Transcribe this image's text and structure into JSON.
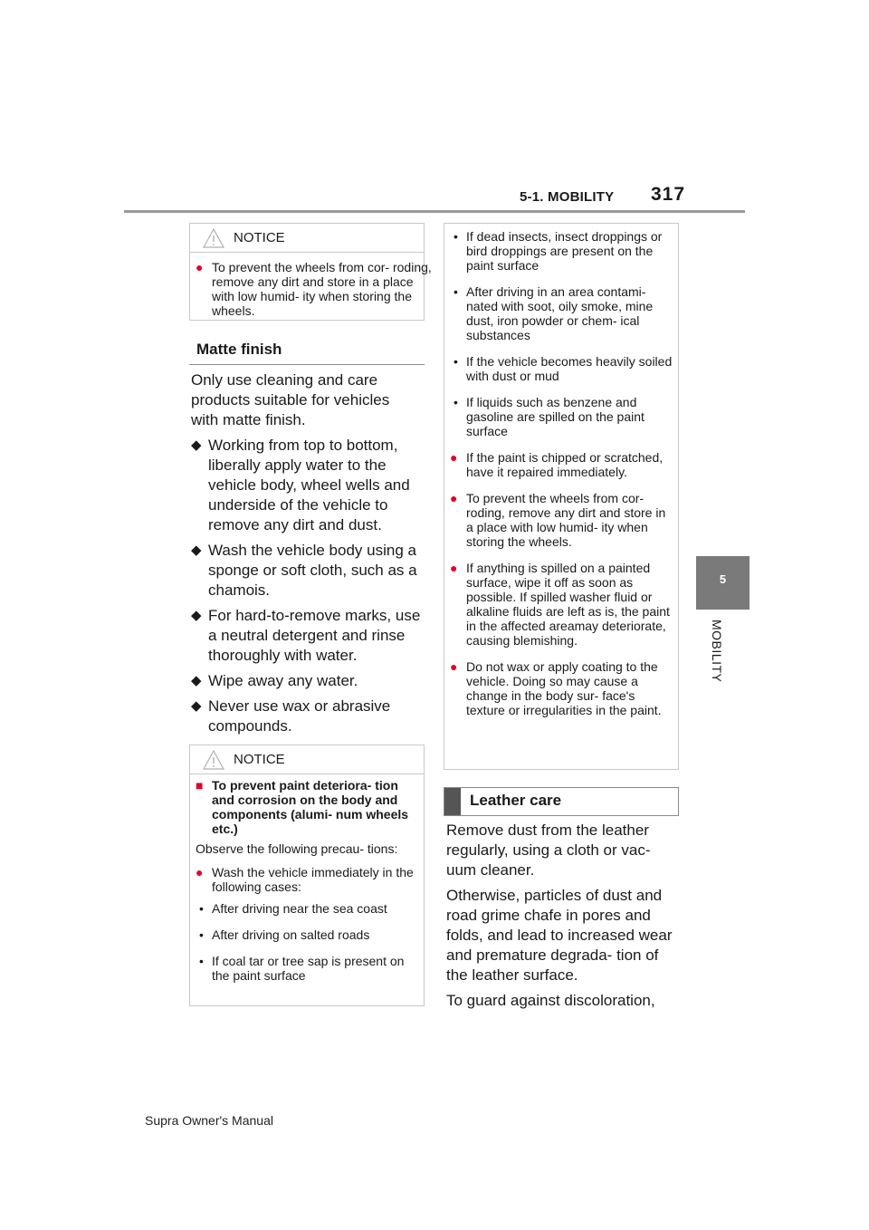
{
  "header": {
    "section": "5-1. MOBILITY",
    "page_number": "317"
  },
  "side_tab": {
    "number": "5",
    "label": "MOBILITY"
  },
  "notice_top": {
    "label": "NOTICE",
    "items": [
      "To prevent the wheels from cor- roding, remove any dirt and store in a place with low humid- ity when storing the wheels."
    ]
  },
  "matte": {
    "heading": "Matte finish",
    "intro": "Only use cleaning and care products suitable for vehicles with matte finish.",
    "items": [
      "Working from top to bottom, liberally apply water to the vehicle body, wheel wells and underside of the vehicle to remove any dirt and dust.",
      "Wash the vehicle body using a sponge or soft cloth, such as a chamois.",
      "For hard-to-remove marks, use a neutral detergent and rinse thoroughly with water.",
      "Wipe away any water.",
      "Never use wax or abrasive compounds."
    ]
  },
  "notice_bottom": {
    "label": "NOTICE",
    "subheading": "To prevent paint deteriora- tion and corrosion on the body and components (alumi- num wheels etc.)",
    "intro": "Observe the following precau- tions:",
    "bullet": "Wash the vehicle immediately in the following cases:",
    "cases": [
      "After driving near the sea coast",
      "After driving on salted roads",
      "If coal tar or tree sap is present on the paint surface"
    ]
  },
  "notice_continued": {
    "cases": [
      "If dead insects, insect droppings or bird droppings are present on the paint surface",
      "After driving in an area contami- nated with soot, oily smoke, mine dust, iron powder or chem- ical substances",
      "If the vehicle becomes heavily soiled with dust or mud",
      "If liquids such as benzene and gasoline are spilled on the paint surface"
    ],
    "bullets": [
      "If the paint is chipped or scratched, have it repaired immediately.",
      "To prevent the wheels from cor- roding, remove any dirt and store in a place with low humid- ity when storing the wheels.",
      "If anything is spilled on a painted surface, wipe it off as soon as possible. If spilled washer fluid or alkaline fluids are left as is, the paint in the affected areamay deteriorate, causing blemishing.",
      "Do not wax or apply coating to the vehicle. Doing so may cause a change in the body sur- face's texture or irregularities in the paint."
    ]
  },
  "leather": {
    "heading": "Leather care",
    "paragraphs": [
      "Remove dust from the leather regularly, using a cloth or vac- uum cleaner.",
      "Otherwise, particles of dust and road grime chafe in pores and folds, and lead to increased wear and premature degrada- tion of the leather surface.",
      "To guard against discoloration,"
    ]
  },
  "footer": {
    "manual_title": "Supra Owner's Manual"
  },
  "colors": {
    "bullet_red": "#e3002b",
    "tab_gray": "#7a7a7a",
    "heading_block": "#555555"
  },
  "icons": {
    "notice": "warning-triangle-icon",
    "list_marker": "diamond-icon"
  }
}
